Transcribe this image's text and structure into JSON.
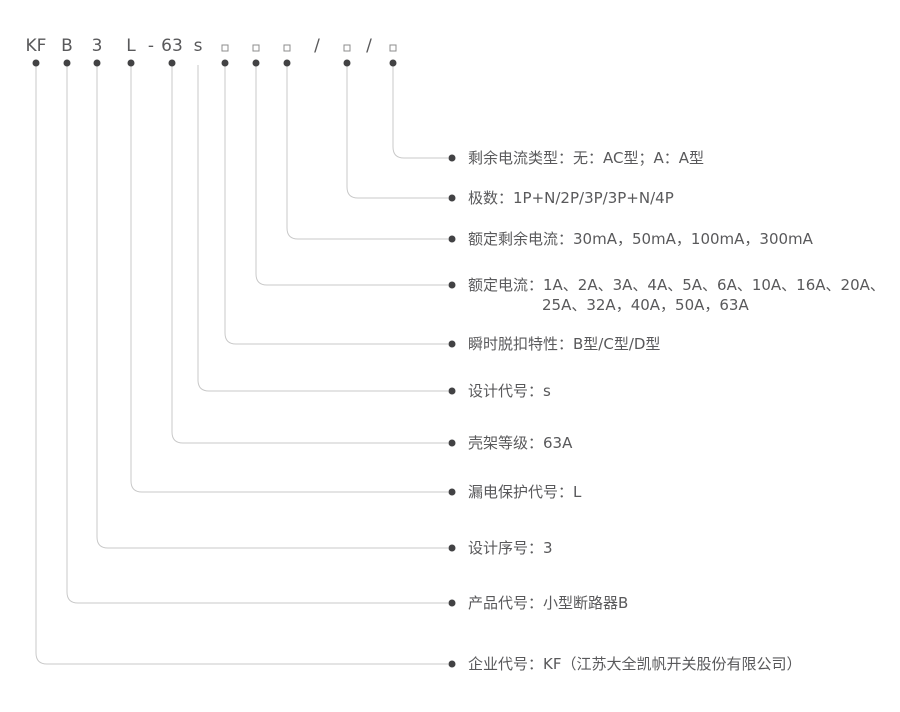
{
  "colors": {
    "text": "#59595b",
    "dot": "#424244",
    "line": "#c9c9c9",
    "box_border": "#8c8c8c",
    "background": "#ffffff"
  },
  "model_code": {
    "tokens": [
      {
        "id": "kf",
        "kind": "text",
        "text": "KF",
        "dot": true,
        "line": true
      },
      {
        "id": "b",
        "kind": "text",
        "text": "B",
        "dot": true,
        "line": true
      },
      {
        "id": "three",
        "kind": "text",
        "text": "3",
        "dot": true,
        "line": true
      },
      {
        "id": "l",
        "kind": "text",
        "text": "L",
        "dot": true,
        "line": true
      },
      {
        "id": "dash",
        "kind": "text",
        "text": "-",
        "dot": false,
        "line": false
      },
      {
        "id": "n63",
        "kind": "text",
        "text": "63",
        "dot": true,
        "line": true
      },
      {
        "id": "s",
        "kind": "text",
        "text": "s",
        "dot": false,
        "line": true
      },
      {
        "id": "box1",
        "kind": "box",
        "symbol": "□",
        "dot": true,
        "line": true
      },
      {
        "id": "box2",
        "kind": "box",
        "symbol": "□",
        "dot": true,
        "line": true
      },
      {
        "id": "box3",
        "kind": "box",
        "symbol": "□",
        "dot": true,
        "line": true
      },
      {
        "id": "slash1",
        "kind": "text",
        "text": "/",
        "dot": false,
        "line": false
      },
      {
        "id": "box4",
        "kind": "box",
        "symbol": "□",
        "dot": true,
        "line": true
      },
      {
        "id": "slash2",
        "kind": "text",
        "text": "/",
        "dot": false,
        "line": false
      },
      {
        "id": "box5",
        "kind": "box",
        "symbol": "□",
        "dot": true,
        "line": true
      }
    ]
  },
  "legend": [
    {
      "token": "box5",
      "label": "剩余电流类型：无：AC型；A：A型"
    },
    {
      "token": "box4",
      "label": "极数：1P+N/2P/3P/3P+N/4P"
    },
    {
      "token": "box3",
      "label": "额定剩余电流：30mA，50mA，100mA，300mA"
    },
    {
      "token": "box2",
      "label": "额定电流：1A、2A、3A、4A、5A、6A、10A、16A、20A、",
      "label_line2": "25A、32A，40A，50A，63A"
    },
    {
      "token": "box1",
      "label": "瞬时脱扣特性：B型/C型/D型"
    },
    {
      "token": "s",
      "label": "设计代号：s"
    },
    {
      "token": "n63",
      "label": "壳架等级：63A"
    },
    {
      "token": "l",
      "label": "漏电保护代号：L"
    },
    {
      "token": "three",
      "label": "设计序号：3"
    },
    {
      "token": "b",
      "label": "产品代号：小型断路器B"
    },
    {
      "token": "kf",
      "label": "企业代号：KF（江苏大全凯帆开关股份有限公司）"
    }
  ]
}
